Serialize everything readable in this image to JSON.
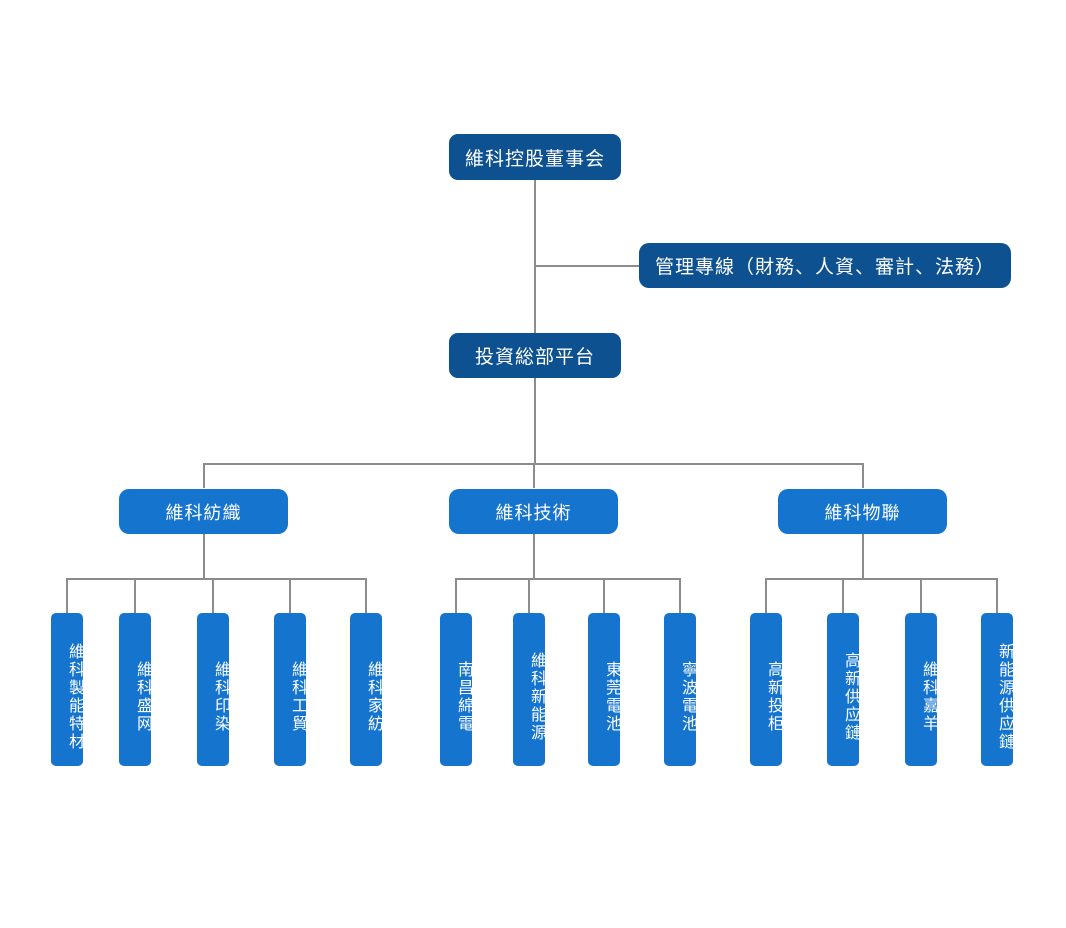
{
  "diagram": {
    "type": "organization-chart",
    "colors": {
      "dark_blue": "#0d5190",
      "bright_blue": "#1574ce",
      "connector_gray": "#8c8c8c",
      "text": "#ffffff",
      "background": "#ffffff"
    },
    "root": {
      "label": "維科控股董事会"
    },
    "staff_line": {
      "label": "管理專線（財務、人資、審計、法務）"
    },
    "platform": {
      "label": "投資総部平台"
    },
    "divisions": [
      {
        "label": "維科紡織",
        "children": [
          {
            "label": "維科製能特材"
          },
          {
            "label": "維科盛网"
          },
          {
            "label": "維科印染"
          },
          {
            "label": "維科工貿"
          },
          {
            "label": "維科家紡"
          }
        ]
      },
      {
        "label": "維科技術",
        "children": [
          {
            "label": "南昌綿電"
          },
          {
            "label": "維科新能源"
          },
          {
            "label": "東莞電池"
          },
          {
            "label": "寧波電池"
          }
        ]
      },
      {
        "label": "維科物聯",
        "children": [
          {
            "label": "高新投柜"
          },
          {
            "label": "高新供应鏈"
          },
          {
            "label": "維科嘉羊"
          },
          {
            "label": "新能源供应鏈"
          }
        ]
      }
    ]
  }
}
